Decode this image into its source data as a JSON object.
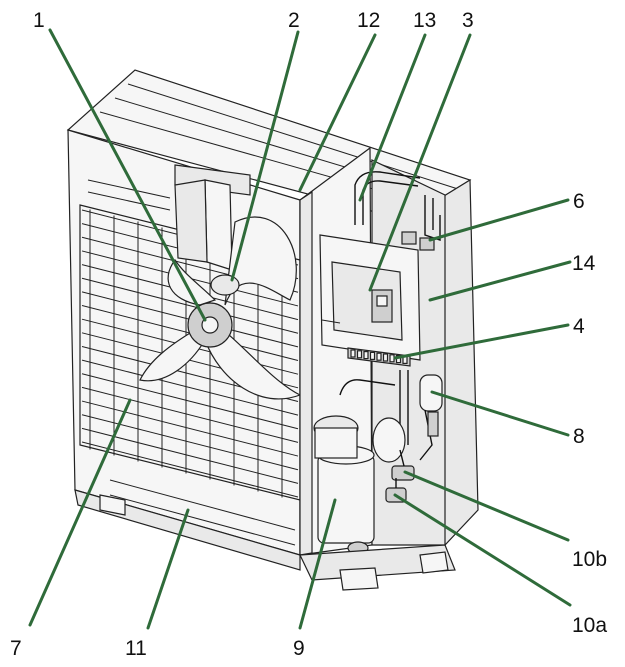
{
  "callouts": {
    "c1": "1",
    "c2": "2",
    "c3": "3",
    "c4": "4",
    "c6": "6",
    "c7": "7",
    "c8": "8",
    "c9": "9",
    "c10a": "10a",
    "c10b": "10b",
    "c11": "11",
    "c12": "12",
    "c13": "13",
    "c14": "14"
  },
  "colors": {
    "leader": "#2f6b3a",
    "outline": "#111111",
    "panel": "#e9e9e9"
  }
}
